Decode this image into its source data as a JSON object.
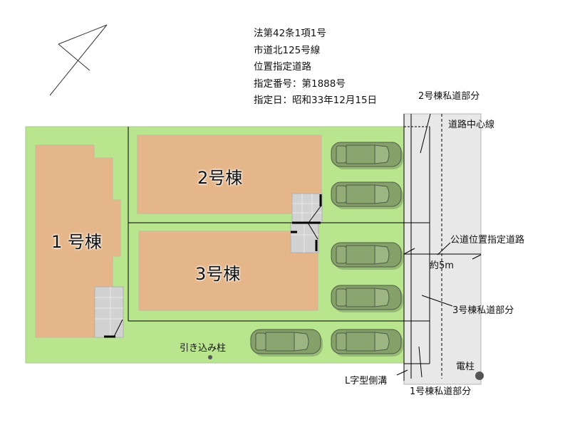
{
  "notes": [
    "法第42条1項1号",
    "市道北125号線",
    "位置指定道路",
    "指定番号：第1888号",
    "指定日：昭和33年12月15日"
  ],
  "buildings": {
    "b1": "1 号棟",
    "b2": "2号棟",
    "b3": "3号棟"
  },
  "labels": {
    "private_road_2": "2号棟私道部分",
    "center_line": "道路中心線",
    "public_road": "公道位置指定道路",
    "width": "約5m",
    "private_road_3": "3号棟私道部分",
    "pole": "電柱",
    "gutter": "L字型側溝",
    "private_road_1": "1号棟私道部分",
    "service_pole": "引き込み柱"
  },
  "colors": {
    "lot": "#b8e58e",
    "house": "#e5b689",
    "road": "#e8e8e8",
    "porch": "#d2d2d2",
    "car": "#86a06a"
  },
  "icons": {
    "north": "north-arrow-icon",
    "car": "car-icon",
    "pole": "utility-pole-icon"
  }
}
